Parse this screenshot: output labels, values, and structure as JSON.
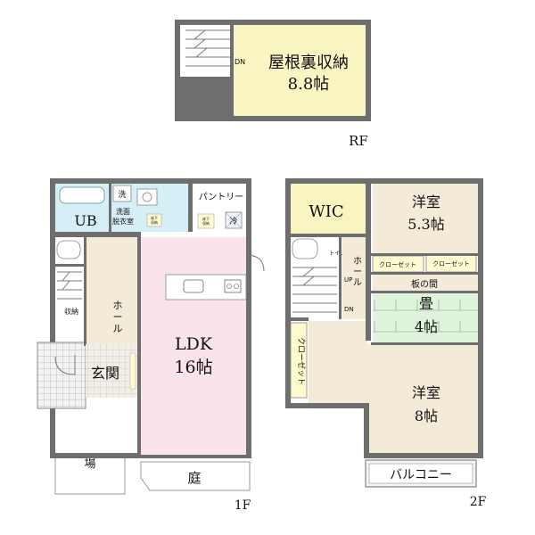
{
  "rooms": {
    "attic": {
      "name": "屋根裏収納",
      "size": "8.8帖"
    },
    "ub": "UB",
    "washroom": {
      "line1": "洗面",
      "line2": "脱衣室"
    },
    "wash_mark": "洗",
    "pantry": "パントリー",
    "fridge": "冷",
    "floor_storage": {
      "line1": "床下",
      "line2": "収納"
    },
    "toilet": "トイレ",
    "hall": "ホール",
    "storage": "収納",
    "genkan": "玄関",
    "ldk": {
      "name": "LDK",
      "size": "16帖"
    },
    "parking": "駐車場",
    "garden": "庭",
    "wic": "WIC",
    "western1": {
      "name": "洋室",
      "size": "5.3帖"
    },
    "closet_small": "クローゼット",
    "itanoma": "板の間",
    "tatami": {
      "name": "畳",
      "size": "4帖"
    },
    "closet_tall": "クローゼット",
    "western2": {
      "name": "洋室",
      "size": "8帖"
    },
    "balcony": "バルコニー"
  },
  "markers": {
    "up": "UP",
    "dn": "DN"
  },
  "floors": {
    "rf": "RF",
    "f1": "1F",
    "f2": "2F"
  },
  "colors": {
    "yellow": "#f8f5c2",
    "blue": "#d6eef6",
    "pink": "#fae4ea",
    "beige": "#f4ead8",
    "green": "#dff3dd",
    "wall": "#6e6e6e"
  }
}
